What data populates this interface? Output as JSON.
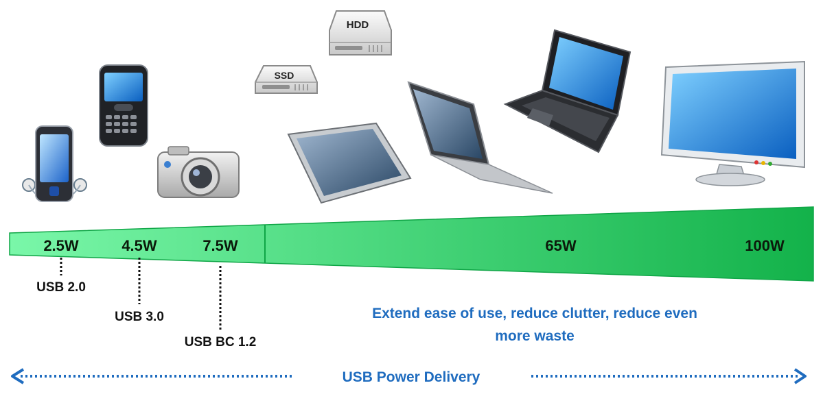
{
  "bar": {
    "watts": [
      "2.5W",
      "4.5W",
      "7.5W",
      "65W",
      "100W"
    ],
    "color_light": "#7af7a9",
    "color_dark": "#13b24a",
    "color_edge": "#0fa546"
  },
  "standards": [
    "USB 2.0",
    "USB 3.0",
    "USB BC 1.2"
  ],
  "devices": {
    "ssd_label": "SSD",
    "hdd_label": "HDD"
  },
  "tagline": {
    "line1": "Extend ease of use, reduce clutter, reduce even",
    "line2": "more waste"
  },
  "pd_label": "USB Power Delivery",
  "accent_blue": "#1f6cbf"
}
